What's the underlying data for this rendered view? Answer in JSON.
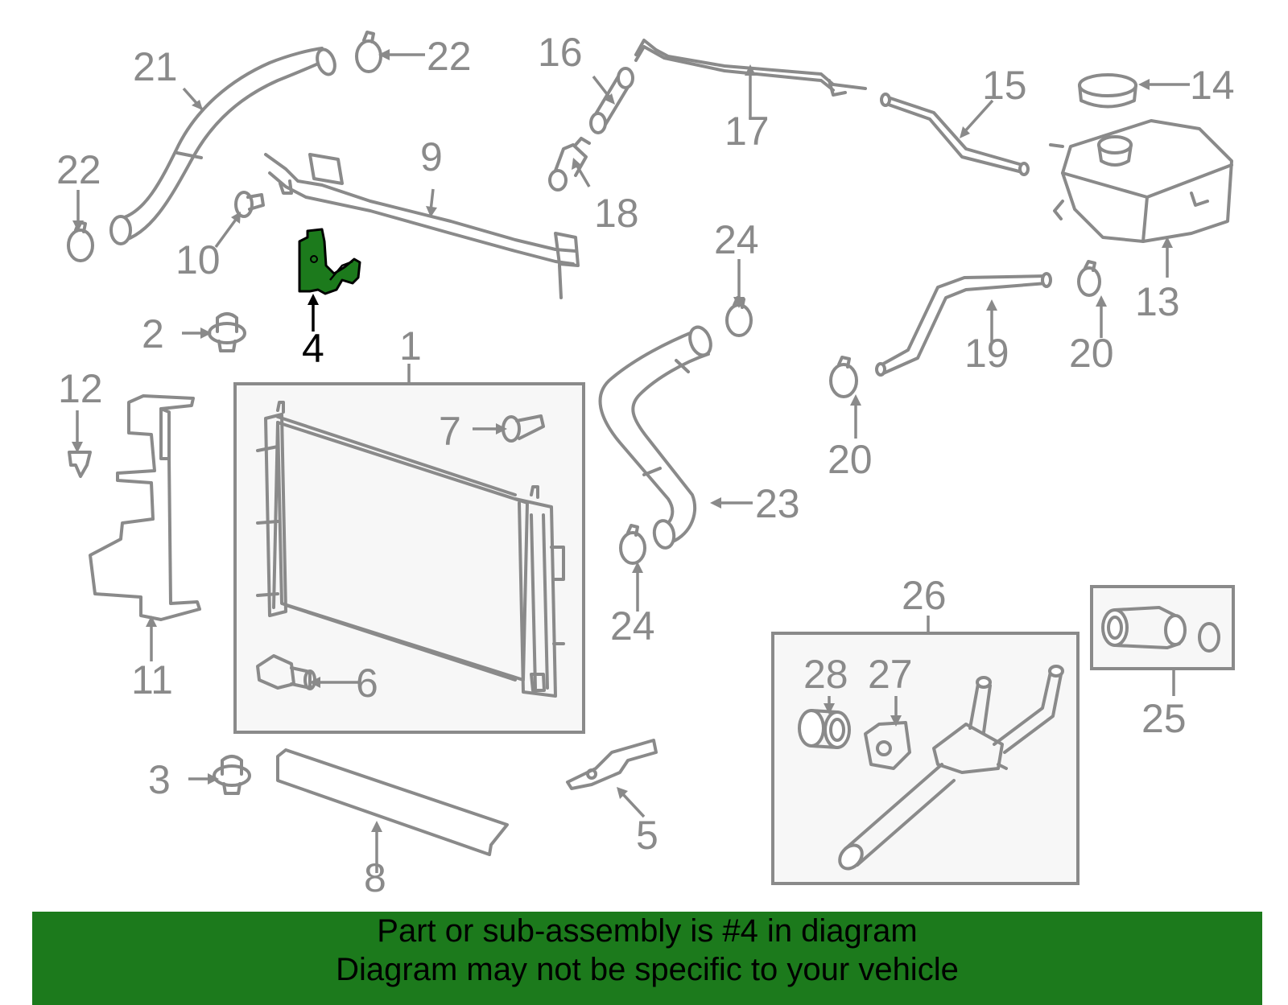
{
  "labels": {
    "p1": "1",
    "p2": "2",
    "p3": "3",
    "p4": "4",
    "p5": "5",
    "p6": "6",
    "p7": "7",
    "p8": "8",
    "p9": "9",
    "p10": "10",
    "p11": "11",
    "p12": "12",
    "p13": "13",
    "p14": "14",
    "p15": "15",
    "p16": "16",
    "p17": "17",
    "p18": "18",
    "p19": "19",
    "p20a": "20",
    "p20b": "20",
    "p21": "21",
    "p22a": "22",
    "p22b": "22",
    "p23": "23",
    "p24a": "24",
    "p24b": "24",
    "p25": "25",
    "p26": "26",
    "p27": "27",
    "p28": "28"
  },
  "banner": {
    "line1": "Part or sub-assembly is #4 in diagram",
    "line2": "Diagram may not be specific to your vehicle"
  },
  "colors": {
    "banner_bg": "#1c7a1c",
    "highlight_part": "#1c7a1c",
    "part_stroke": "#8a8a8a"
  }
}
